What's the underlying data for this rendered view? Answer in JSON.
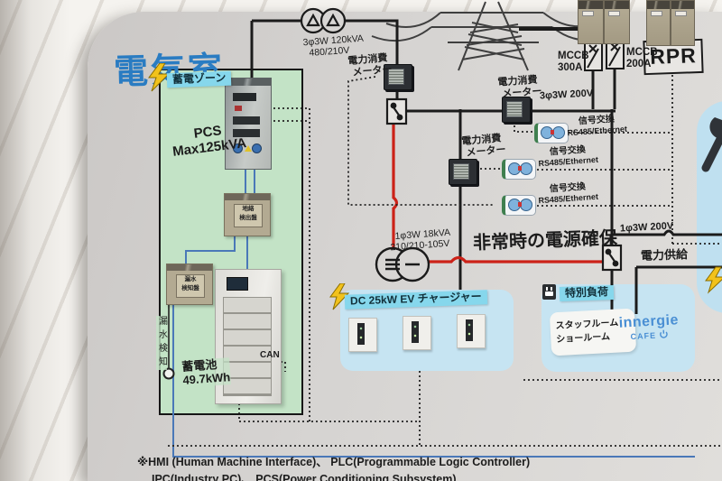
{
  "colors": {
    "title_blue": "#2a7cc2",
    "zone_label_cyan": "#86d7ec",
    "battery_zone_green": "#c3e3c6",
    "load_zone_blue": "#c6e4f2",
    "emergency_red": "#cc2218",
    "wire_blue": "#4a78b8",
    "innergie_blue": "#4a8fd4",
    "accent_yellow": "#f2c21c"
  },
  "title": "電気室",
  "grid": {
    "transformer_main": {
      "rating": "3φ3W 120kVA",
      "voltage": "480/210V"
    },
    "meter_label": {
      "l1": "電力消費",
      "l2": "メーター"
    },
    "mccb_300": {
      "l1": "MCCB",
      "l2": "300A"
    },
    "mccb_200": {
      "l1": "MCCB",
      "l2": "200A"
    },
    "rpr": "RPR",
    "bus_voltage": "3φ3W 200V",
    "signal_label": {
      "l1": "信号交換",
      "l2": "RS485/Ethernet"
    },
    "transformer_sub": {
      "rating": "1φ3W 18kVA",
      "voltage": "210/210-105V"
    },
    "emergency": "非常時の電源確保",
    "outlet_voltage": "1φ3W 200V",
    "supply": "電力供給"
  },
  "battery_zone": {
    "label": "蓄電ゾーン",
    "pcs": {
      "name": "PCS",
      "rating": "Max125kVA"
    },
    "ground_panel": {
      "l1": "地絡",
      "l2": "検出盤"
    },
    "leak_panel": {
      "l1": "漏水",
      "l2": "検知盤"
    },
    "leak_sensor": "漏水検知",
    "battery": {
      "name": "蓄電池",
      "capacity": "49.7kWh"
    },
    "can": "CAN"
  },
  "ev_zone": {
    "label": "DC 25kW EV チャージャー"
  },
  "special_zone": {
    "label": "特別負荷",
    "rooms": {
      "l1": "スタッフルーム",
      "l2": "ショールーム"
    },
    "brand": {
      "name": "innergie",
      "sub": "CAFE"
    }
  },
  "footnote": {
    "line1": "※HMI (Human Machine Interface)、 PLC(Programmable Logic Controller)",
    "line2": "IPC(Industry PC)、 PCS(Power Conditioning Subsystem)"
  }
}
